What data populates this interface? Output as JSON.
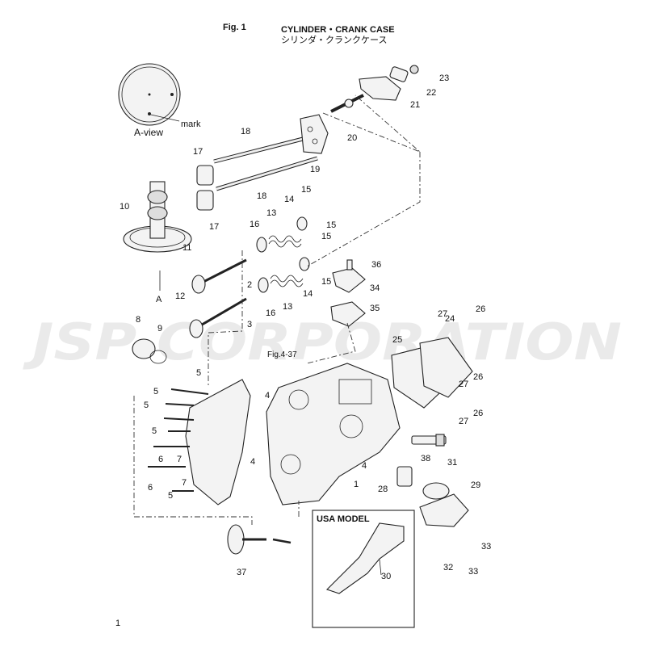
{
  "header": {
    "fig": "Fig. 1",
    "title_en": "CYLINDER・CRANK CASE",
    "title_jp": "シリンダ・クランクケース"
  },
  "labels": {
    "a_view": "A-view",
    "mark": "mark",
    "a_arrow": "A",
    "fig_ref": "Fig.4-37",
    "usa_model": "USA MODEL"
  },
  "watermark": "JSP CORPORATION",
  "page_number": "1",
  "callouts": [
    "1",
    "2",
    "3",
    "4",
    "4",
    "4",
    "5",
    "5",
    "5",
    "5",
    "5",
    "6",
    "6",
    "7",
    "7",
    "8",
    "9",
    "10",
    "11",
    "12",
    "13",
    "13",
    "14",
    "14",
    "15",
    "15",
    "15",
    "15",
    "16",
    "16",
    "17",
    "17",
    "18",
    "18",
    "19",
    "20",
    "21",
    "22",
    "23",
    "24",
    "25",
    "26",
    "26",
    "26",
    "27",
    "27",
    "27",
    "28",
    "29",
    "30",
    "31",
    "32",
    "33",
    "33",
    "34",
    "35",
    "36",
    "37",
    "38"
  ]
}
